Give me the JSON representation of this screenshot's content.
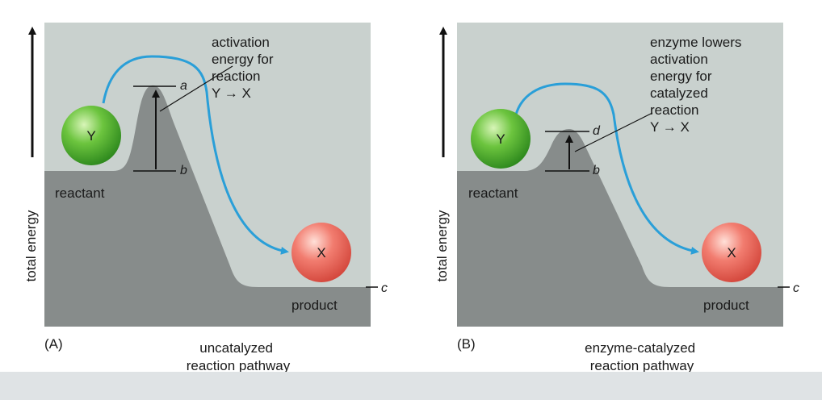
{
  "colors": {
    "panel_background": "#c9d1ce",
    "energy_curve": "#878c8b",
    "pathway_arrow": "#2a9fd8",
    "reactant_sphere": "#4caf2e",
    "product_sphere": "#ef6f63"
  },
  "icons": [
    "up-arrow-icon",
    "y-molecule-icon",
    "x-molecule-icon"
  ],
  "panels": [
    {
      "tag": "(A)",
      "axis_label": "total energy",
      "reactant_label": "reactant",
      "product_label": "product",
      "reactant_symbol": "Y",
      "product_symbol": "X",
      "level_top": "a",
      "level_base": "b",
      "level_product": "c",
      "annotation": [
        "activation",
        "energy for",
        "reaction",
        "Y → X"
      ],
      "caption": [
        "uncatalyzed",
        "reaction pathway"
      ]
    },
    {
      "tag": "(B)",
      "axis_label": "total energy",
      "reactant_label": "reactant",
      "product_label": "product",
      "reactant_symbol": "Y",
      "product_symbol": "X",
      "level_top": "d",
      "level_base": "b",
      "level_product": "c",
      "annotation": [
        "enzyme lowers",
        "activation",
        "energy for",
        "catalyzed",
        "reaction",
        "Y → X"
      ],
      "caption": [
        "enzyme-catalyzed",
        "reaction pathway"
      ]
    }
  ]
}
